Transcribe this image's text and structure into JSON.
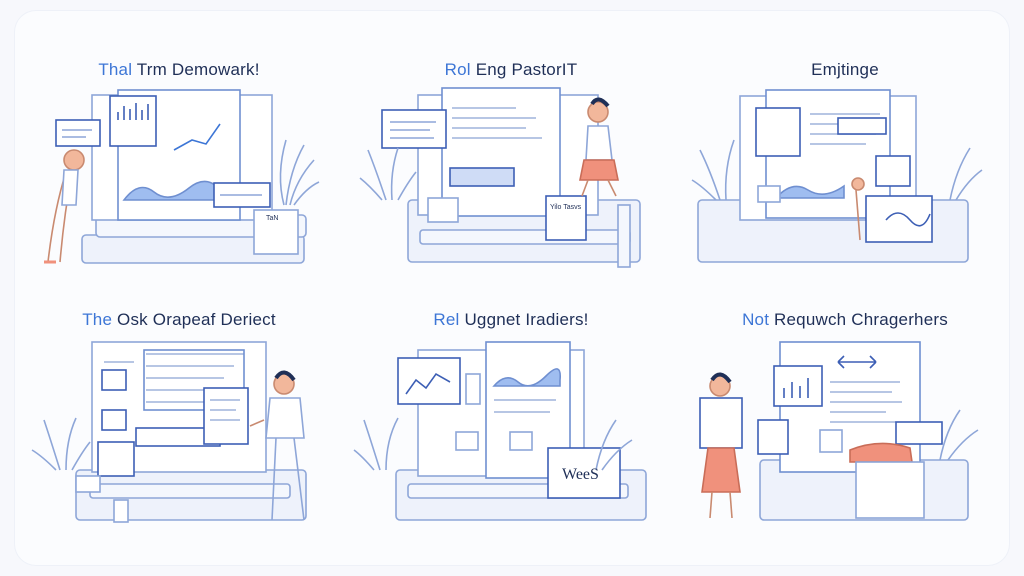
{
  "panels": [
    {
      "title_a": "Thal",
      "title_b": " Trm Demowark!",
      "badge": "TaN"
    },
    {
      "title_a": "Rol",
      "title_b": " Eng PastorIT",
      "badge": "Yilo Tasvs"
    },
    {
      "title_a": "",
      "title_b": "Emjtinge",
      "badge": ""
    },
    {
      "title_a": "The",
      "title_b": " Osk Orapeaf Deriect",
      "badge": ""
    },
    {
      "title_a": "Rel",
      "title_b": " Uggnet Iradiers!",
      "badge": "WeeS"
    },
    {
      "title_a": "Not",
      "title_b": " Requwch Chragerhers",
      "badge": ""
    }
  ],
  "colors": {
    "accent": "#3d76d6",
    "ink": "#1f2f57",
    "line": "#8ea6d8",
    "fill": "#e8eefb",
    "skin": "#f2b79b",
    "skirt": "#f0917c"
  }
}
